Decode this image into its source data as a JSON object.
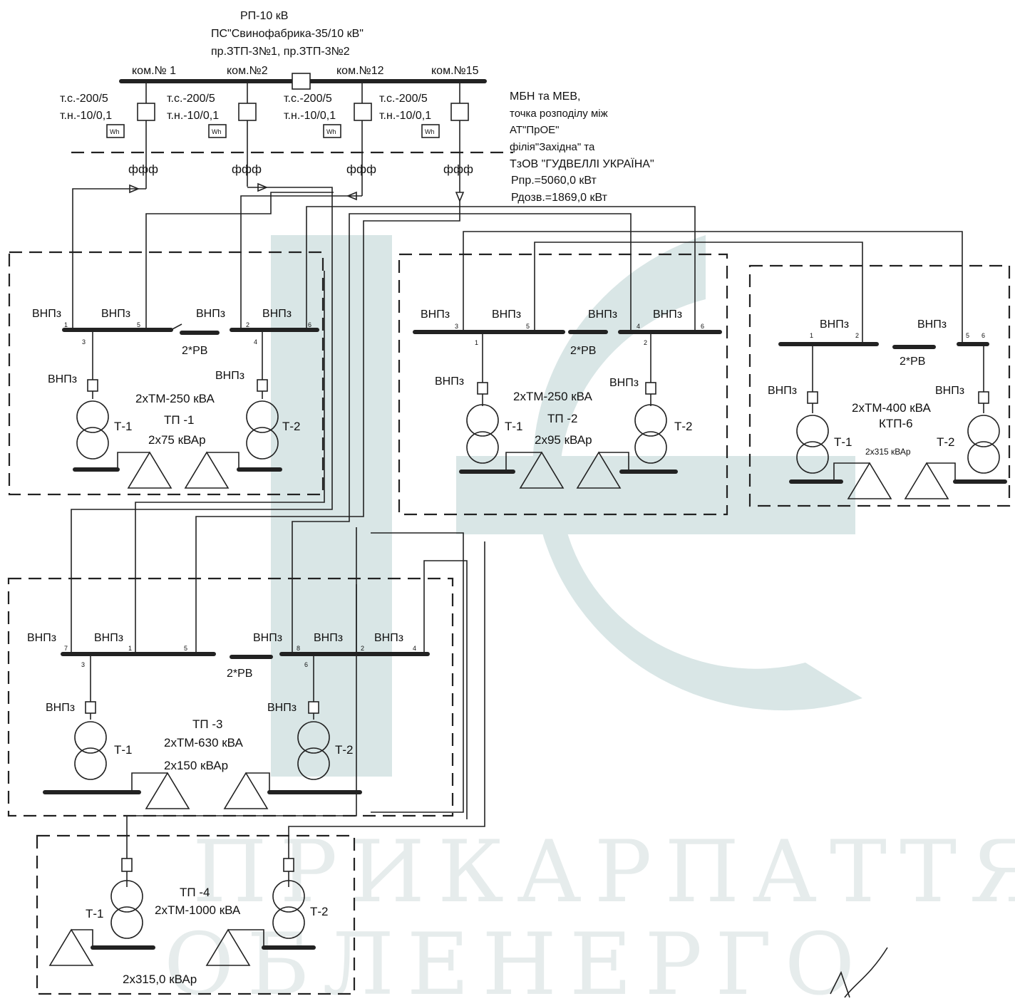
{
  "header": {
    "line1": "РП-10 кВ",
    "line2": "ПС\"Свинофабрика-35/10 кВ\"",
    "line3": "пр.ЗТП-3№1, пр.ЗТП-3№2"
  },
  "feeders": [
    {
      "label": "ком.№ 1",
      "ct": "т.с.-200/5",
      "vt": "т.н.-10/0,1"
    },
    {
      "label": "ком.№2",
      "ct": "т.с.-200/5",
      "vt": "т.н.-10/0,1"
    },
    {
      "label": "ком.№12",
      "ct": "т.с.-200/5",
      "vt": "т.н.-10/0,1"
    },
    {
      "label": "ком.№15",
      "ct": "т.с.-200/5",
      "vt": "т.н.-10/0,1"
    }
  ],
  "meter_label": "Wh",
  "phase_label": "ффф",
  "boundary_note": {
    "line1": "МБН та МЕВ,",
    "line2": "точка розподілу між",
    "line3": "АТ\"ПрОЕ\"",
    "line4": "філія\"Західна\" та",
    "line5": "ТзОВ \"ГУДВЕЛЛІ УКРАЇНА\"",
    "line6": "Рпр.=5060,0 кВт",
    "line7": "Рдозв.=1869,0 кВт"
  },
  "switch_label": "ВНПз",
  "sectional_label": "2*РВ",
  "tp1": {
    "name": "ТП -1",
    "transformers": "2хТМ-250 кВА",
    "comp": "2х75 кВАр",
    "t1": "Т-1",
    "t2": "Т-2"
  },
  "tp2": {
    "name": "ТП -2",
    "transformers": "2хТМ-250 кВА",
    "comp": "2х95 кВАр",
    "t1": "Т-1",
    "t2": "Т-2"
  },
  "ktp6": {
    "name": "КТП-6",
    "transformers": "2хТМ-400 кВА",
    "comp": "2х315 кВАр",
    "t1": "Т-1",
    "t2": "Т-2"
  },
  "tp3": {
    "name": "ТП -3",
    "transformers": "2хТМ-630 кВА",
    "comp": "2х150 кВАр",
    "t1": "Т-1",
    "t2": "Т-2"
  },
  "tp4": {
    "name": "ТП -4",
    "transformers": "2хТМ-1000 кВА",
    "comp": "2х315,0 кВАр",
    "t1": "Т-1",
    "t2": "Т-2"
  },
  "cell_numbers": {
    "tp1": [
      "1",
      "5",
      "2",
      "6",
      "3",
      "4"
    ],
    "tp2": [
      "3",
      "5",
      "4",
      "6",
      "1",
      "2"
    ],
    "ktp6": [
      "1",
      "2",
      "5",
      "6"
    ],
    "tp3": [
      "7",
      "1",
      "5",
      "8",
      "2",
      "4",
      "3",
      "6"
    ]
  },
  "watermark": {
    "line1": "ПРИКАРПАТТЯ",
    "line2": "ОБЛЕНЕРГО"
  }
}
